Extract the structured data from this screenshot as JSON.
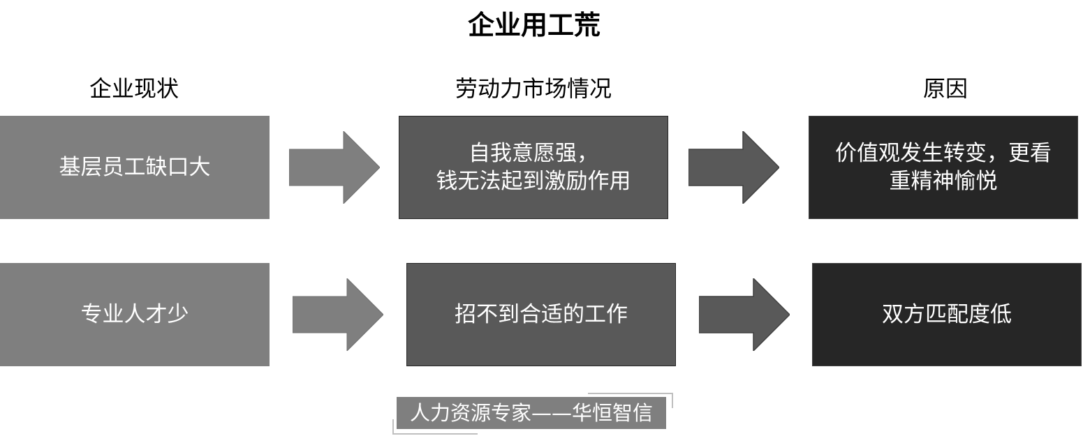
{
  "title": "企业用工荒",
  "headers": {
    "col1": "企业现状",
    "col2": "劳动力市场情况",
    "col3": "原因"
  },
  "rows": [
    {
      "status": "基层员工缺口大",
      "market": "自我意愿强，\n钱无法起到激励作用",
      "reason": "价值观发生转变，更看\n重精神愉悦"
    },
    {
      "status": "专业人才少",
      "market": "招不到合适的工作",
      "reason": "双方匹配度低"
    }
  ],
  "footer": "人力资源专家——华恒智信",
  "colors": {
    "light_box": "#7f7f7f",
    "mid_box": "#595959",
    "dark_box": "#262626",
    "arrow_light": "#7f7f7f",
    "arrow_dark": "#595959"
  }
}
